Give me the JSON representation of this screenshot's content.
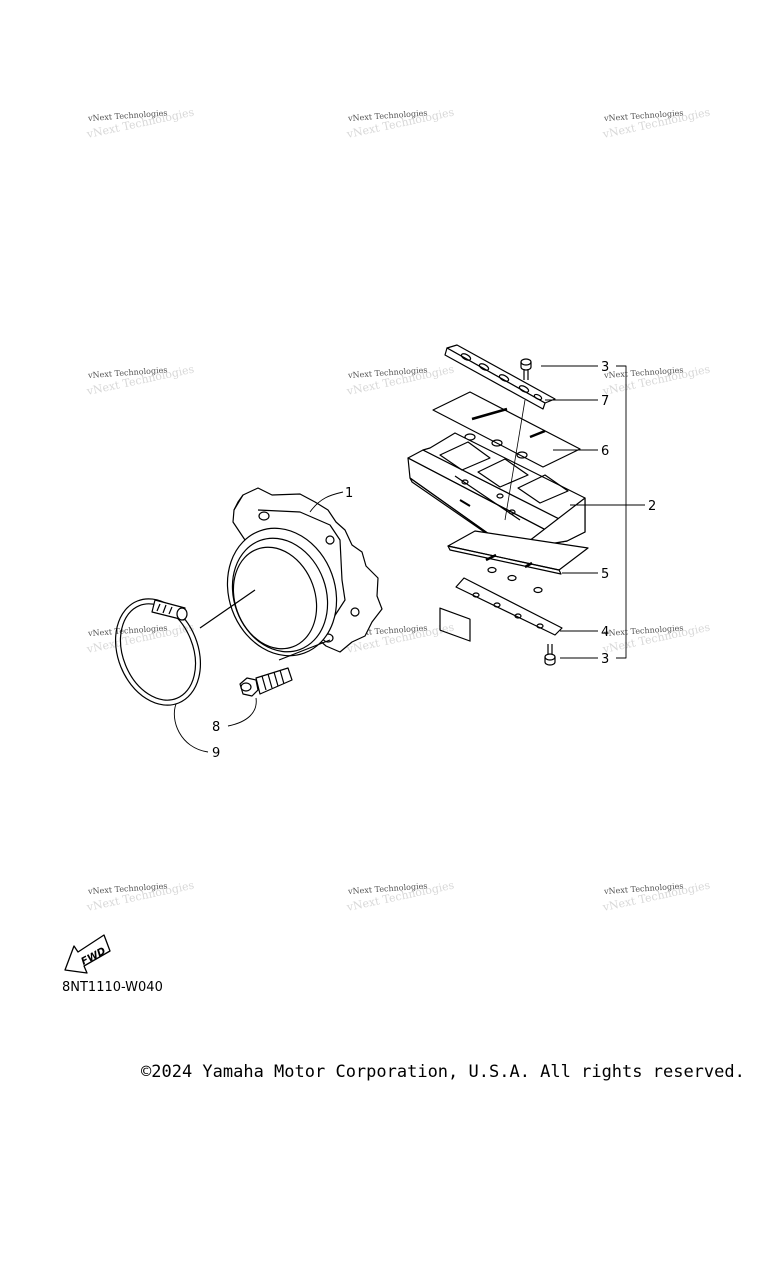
{
  "watermark": {
    "text": "vNext Technologies"
  },
  "diagram": {
    "callouts": {
      "c1": "1",
      "c2": "2",
      "c3a": "3",
      "c3b": "3",
      "c4": "4",
      "c5": "5",
      "c6": "6",
      "c7": "7",
      "c8": "8",
      "c9": "9"
    },
    "fwd_label": "FWD",
    "code": "8NT1110-W040"
  },
  "footer": {
    "copyright": "©2024 Yamaha Motor Corporation, U.S.A. All rights reserved."
  }
}
